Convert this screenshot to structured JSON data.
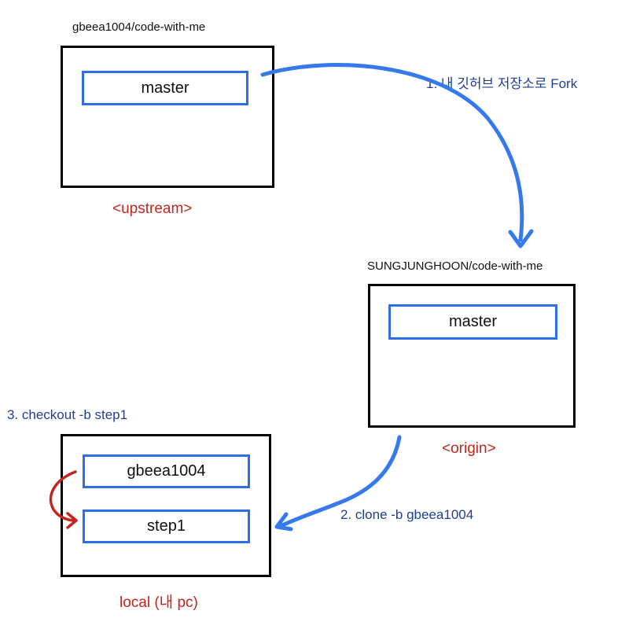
{
  "upstream": {
    "repo": "gbeea1004/code-with-me",
    "branch": "master",
    "label": "<upstream>"
  },
  "origin": {
    "repo": "SUNGJUNGHOON/code-with-me",
    "branch": "master",
    "label": "<origin>"
  },
  "local": {
    "branches": [
      "gbeea1004",
      "step1"
    ],
    "label": "local (내 pc)"
  },
  "steps": {
    "fork": "1. 내 깃허브 저장소로 Fork",
    "clone": "2. clone -b gbeea1004",
    "checkout": "3. checkout -b step1"
  },
  "colors": {
    "box_border": "#000000",
    "branch_border": "#2f6fe6",
    "arrow_blue": "#3579ec",
    "arrow_red": "#c2261f",
    "role_label": "#c2261f",
    "step_label": "#1f3f93"
  }
}
